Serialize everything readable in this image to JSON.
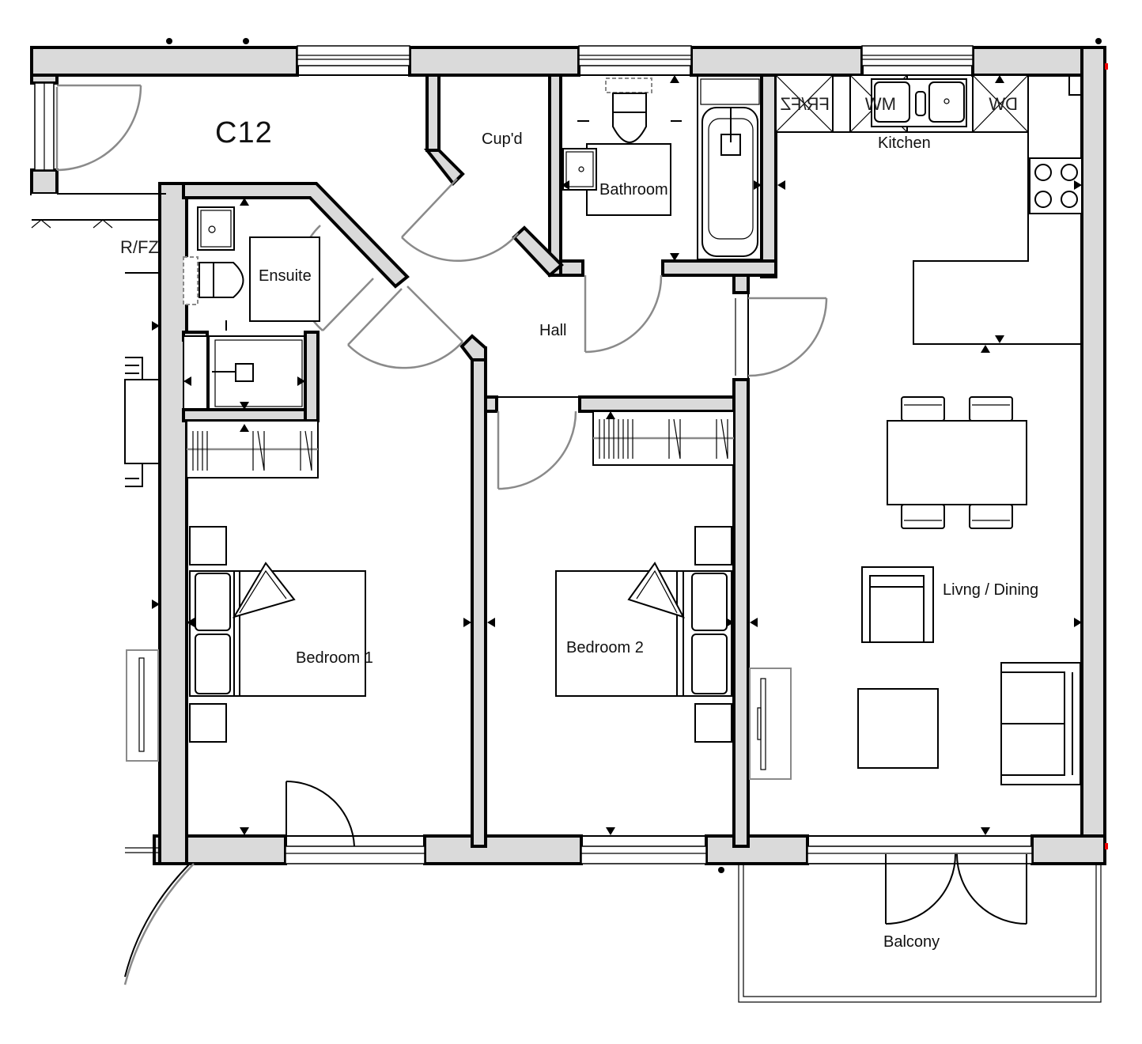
{
  "plan": {
    "unit_code": "C12",
    "rooms": {
      "cupboard": "Cup'd",
      "bathroom": "Bathroom",
      "kitchen": "Kitchen",
      "ensuite": "Ensuite",
      "hall": "Hall",
      "living": "Livng / Dining",
      "bedroom1": "Bedroom 1",
      "bedroom2": "Bedroom 2",
      "balcony": "Balcony"
    },
    "appliances": {
      "fridge_freezer_kitchen": "FR/FZ",
      "microwave": "MW",
      "dishwasher": "DW",
      "fridge_freezer_neighbour": "R/FZ"
    }
  }
}
